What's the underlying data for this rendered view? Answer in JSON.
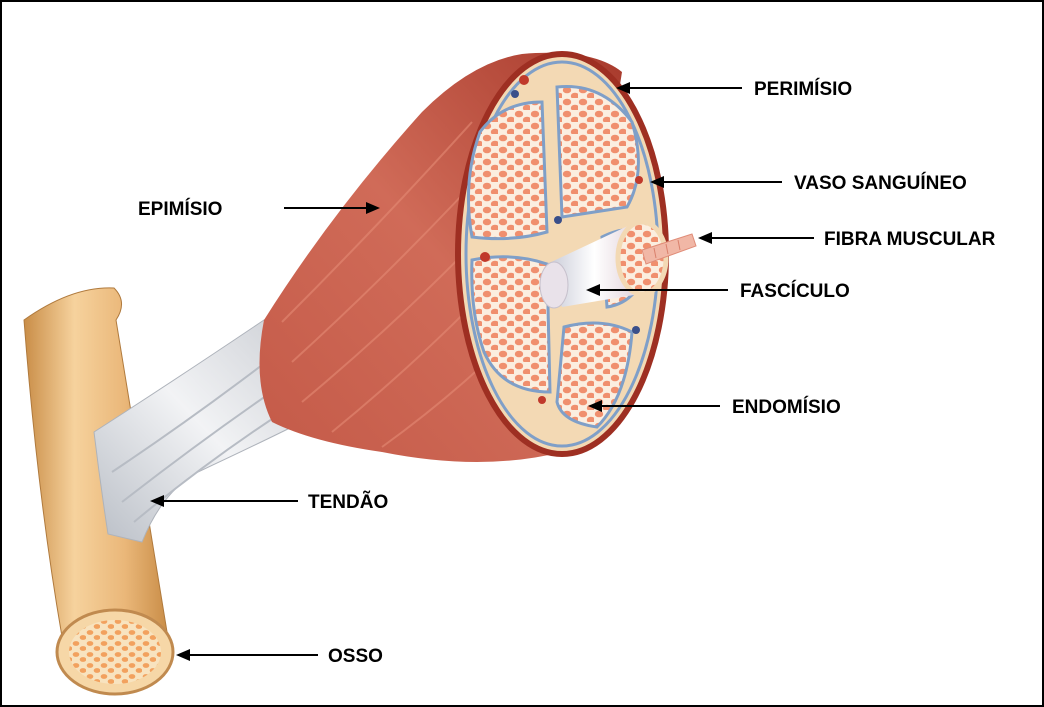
{
  "labels": {
    "perimisio": "PERIMÍSIO",
    "vaso_sanguineo": "VASO SANGUÍNEO",
    "epimisio": "EPIMÍSIO",
    "fibra_muscular": "FIBRA MUSCULAR",
    "fasciculo": "FASCÍCULO",
    "endomisio": "ENDOMÍSIO",
    "tendao": "TENDÃO",
    "osso": "OSSO"
  },
  "colors": {
    "muscle": "#c8503e",
    "muscle_dark": "#9e2f22",
    "fascia": "#f3d9b4",
    "fiber": "#f08f6e",
    "fiber_outline": "#fbeee0",
    "tendon": "#dfe2e6",
    "bone": "#eab779",
    "bone_marrow": "#f2a15e",
    "membrane_blue": "#7f9fc8",
    "vessel_red": "#c0392b",
    "vessel_blue": "#3a4f8a",
    "arrow": "#000000"
  }
}
